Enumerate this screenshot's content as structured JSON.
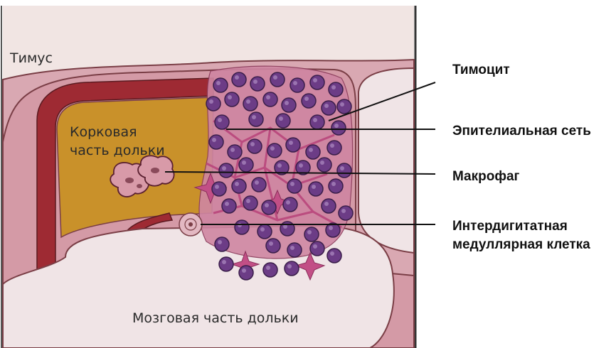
{
  "diagram": {
    "regions": {
      "thymus": "Тимус",
      "cortex_line1": "Корковая",
      "cortex_line2": "часть дольки",
      "medulla": "Мозговая часть дольки"
    },
    "callouts": [
      {
        "id": "thymocyte",
        "lines": [
          "Тимоцит"
        ]
      },
      {
        "id": "epithelial-network",
        "lines": [
          "Эпителиальная сеть"
        ]
      },
      {
        "id": "macrophage",
        "lines": [
          "Макрофаг"
        ]
      },
      {
        "id": "interdigitating-cell",
        "lines": [
          "Интердигитатная",
          "медуллярная клетка"
        ]
      }
    ],
    "colors": {
      "background": "#f1e5e3",
      "capsule": "#9e2a33",
      "cortex": "#c9912a",
      "lobule": "#d8a6b0",
      "medulla": "#f0e4e6",
      "thymocyte": "#6c3c86",
      "epithelium": "#b8427a"
    }
  }
}
